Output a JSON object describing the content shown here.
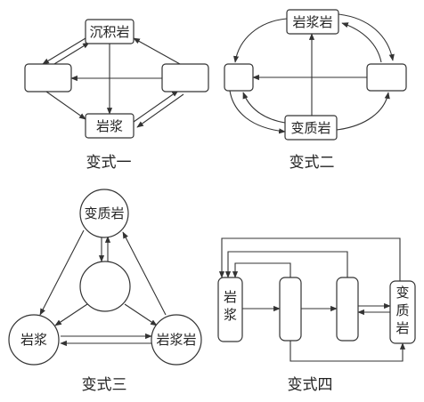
{
  "variant1": {
    "caption": "变式一",
    "top": "沉积岩",
    "bottom": "岩浆",
    "left": "",
    "right": ""
  },
  "variant2": {
    "caption": "变式二",
    "top": "岩浆岩",
    "bottom": "变质岩",
    "left": "",
    "right": ""
  },
  "variant3": {
    "caption": "变式三",
    "top": "变质岩",
    "left": "岩浆",
    "right": "岩浆岩",
    "center": ""
  },
  "variant4": {
    "caption": "变式四",
    "left": "岩浆",
    "right": "变质岩",
    "mid1": "",
    "mid2": ""
  }
}
